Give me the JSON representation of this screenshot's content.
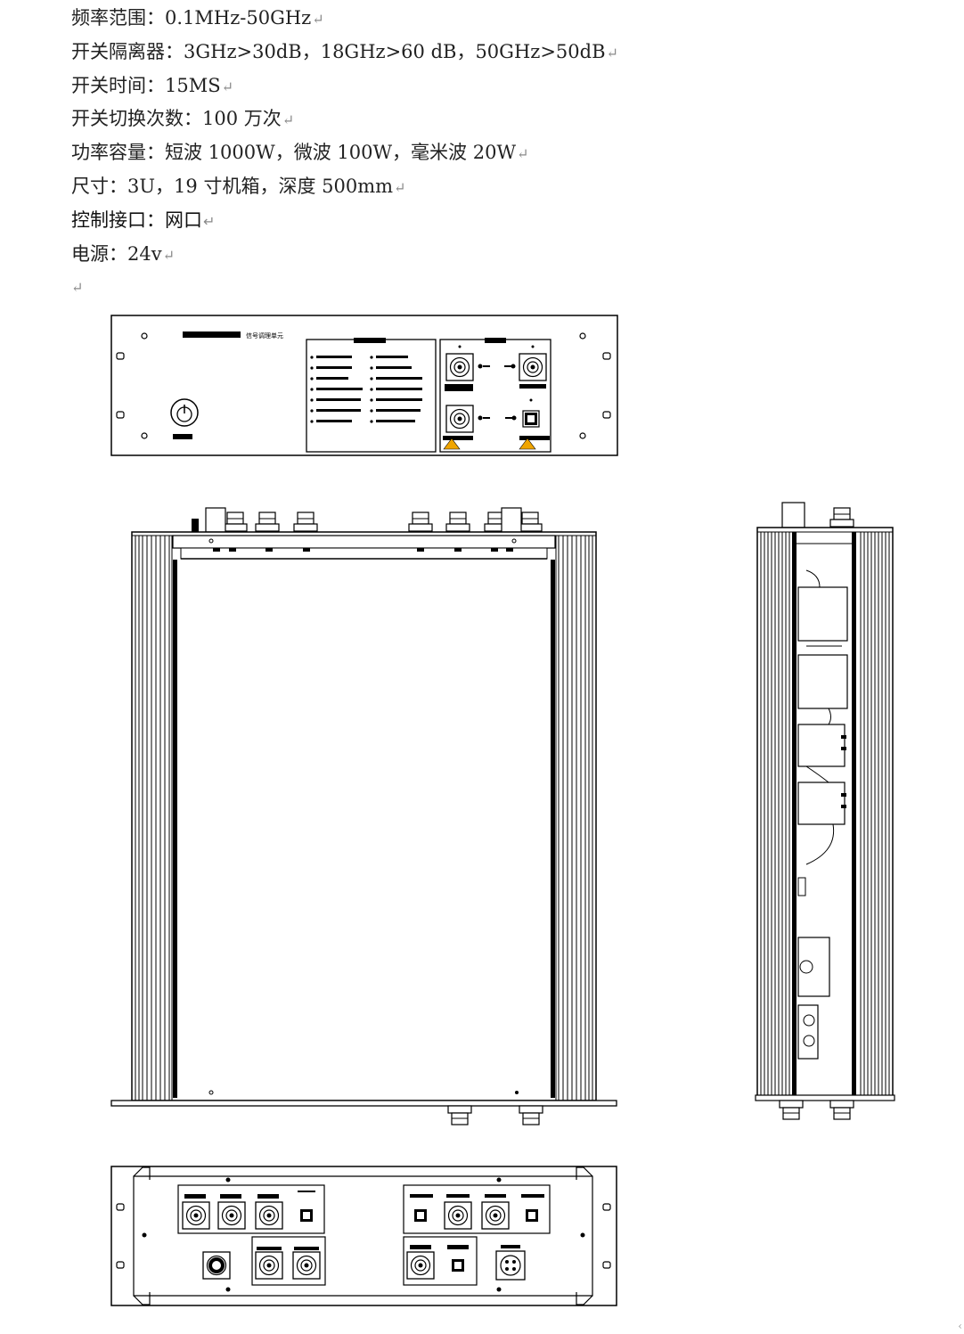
{
  "specs": [
    {
      "label": "频率范围：",
      "value": "0.1MHz-50GHz"
    },
    {
      "label": "开关隔离器：",
      "value": "3GHz>30dB，18GHz>60 dB，50GHz>50dB"
    },
    {
      "label": "开关时间：",
      "value": "15MS"
    },
    {
      "label": "开关切换次数：",
      "value": "100 万次"
    },
    {
      "label": "功率容量：",
      "value": "短波 1000W，微波 100W，毫米波 20W"
    },
    {
      "label": "尺寸：",
      "value": "3U，19 寸机箱，深度 500mm"
    },
    {
      "label": "控制接口：",
      "value": "网口"
    },
    {
      "label": "电源：",
      "value": "24v"
    }
  ],
  "paragraph_mark": "↵",
  "drawing": {
    "front_panel_title": "信号调理单元"
  }
}
